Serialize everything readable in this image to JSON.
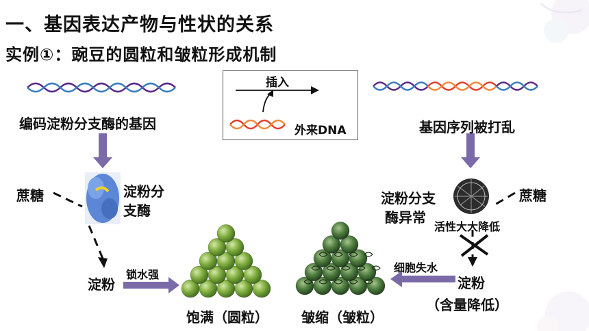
{
  "header": {
    "title": "一、基因表达产物与性状的关系",
    "subtitle": "实例①：豌豆的圆粒和皱粒形成机制"
  },
  "left_pathway": {
    "gene_label": "编码淀粉分支酶的基因",
    "sucrose_label": "蔗糖",
    "enzyme_label_line1": "淀粉分",
    "enzyme_label_line2": "支酶",
    "starch_label": "淀粉",
    "water_label": "锁水强",
    "result_label": "饱满（圆粒）"
  },
  "insertion_box": {
    "insert_label": "插入",
    "foreign_dna_label": "外来DNA"
  },
  "right_pathway": {
    "gene_label": "基因序列被打乱",
    "enzyme_label_line1": "淀粉分支",
    "enzyme_label_line2": "酶异常",
    "activity_label": "活性大大降低",
    "sucrose_label": "蔗糖",
    "starch_label": "淀粉",
    "starch_note": "（含量降低）",
    "water_label": "细胞失水",
    "result_label": "皱缩（皱粒）"
  },
  "colors": {
    "arrow": "#7b6aa8",
    "dna_left": "#5b2a86",
    "dna_red": "#e2412c",
    "pea_round": "#7aa63a",
    "pea_wrinkled": "#3f6b35"
  }
}
